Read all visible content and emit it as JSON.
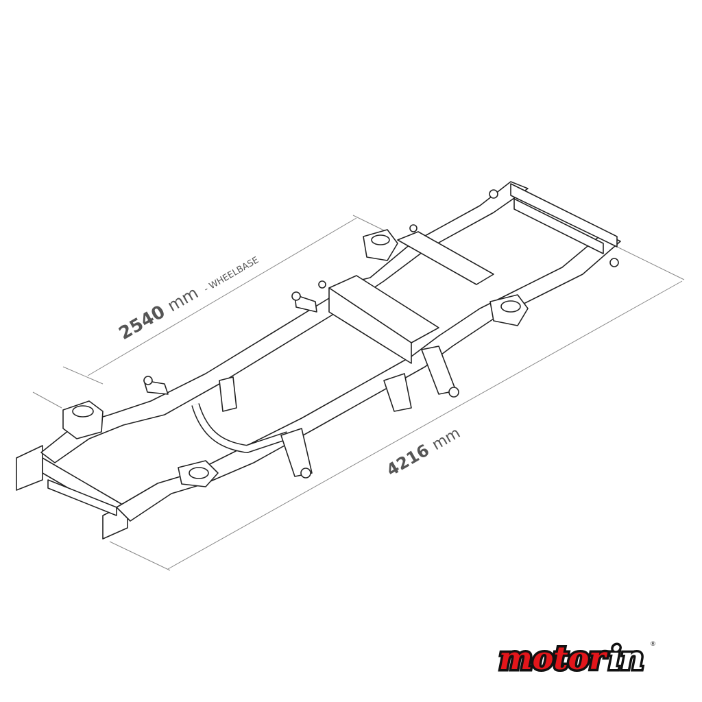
{
  "dimensions": {
    "wheelbase_value": "2540",
    "wheelbase_unit": "mm",
    "wheelbase_label": "- WHEELBASE",
    "length_value": "4216",
    "length_unit": "mm"
  },
  "logo": {
    "text_red": "motor",
    "text_white": "in",
    "registered": "®",
    "colors": {
      "red": "#e3161b",
      "outline": "#111111",
      "white": "#ffffff"
    }
  },
  "colors": {
    "line": "#222222",
    "dimension": "#777777"
  }
}
